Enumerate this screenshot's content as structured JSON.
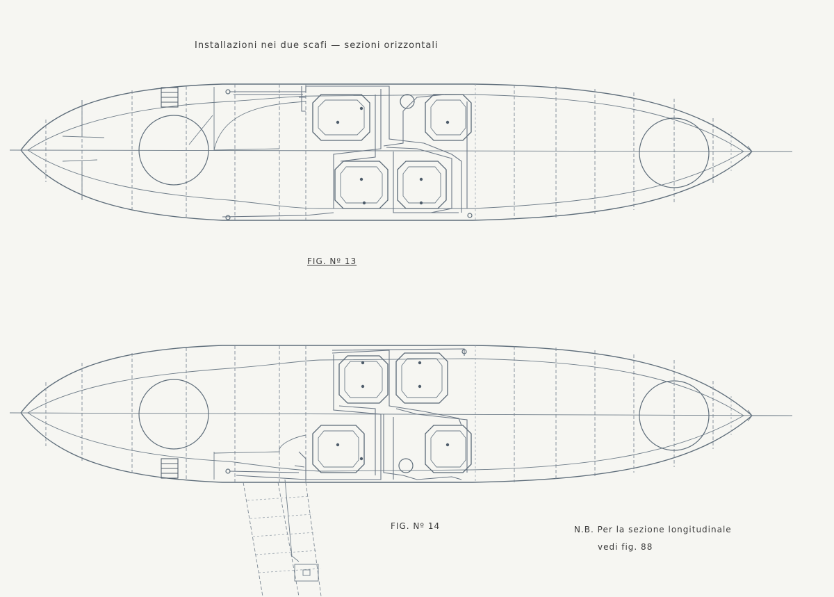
{
  "sheet": {
    "title": "Installazioni nei due scafi — sezioni orizzontali",
    "figure_top_caption": "FIG. Nº 13",
    "figure_bottom_caption": "FIG. Nº 14",
    "note_line1": "N.B.  Per la sezione longitudinale",
    "note_line2": "vedi fig. 88"
  },
  "colors": {
    "paper": "#f6f6f2",
    "ink": "#5e6d7a",
    "text": "#3a3a3a"
  }
}
